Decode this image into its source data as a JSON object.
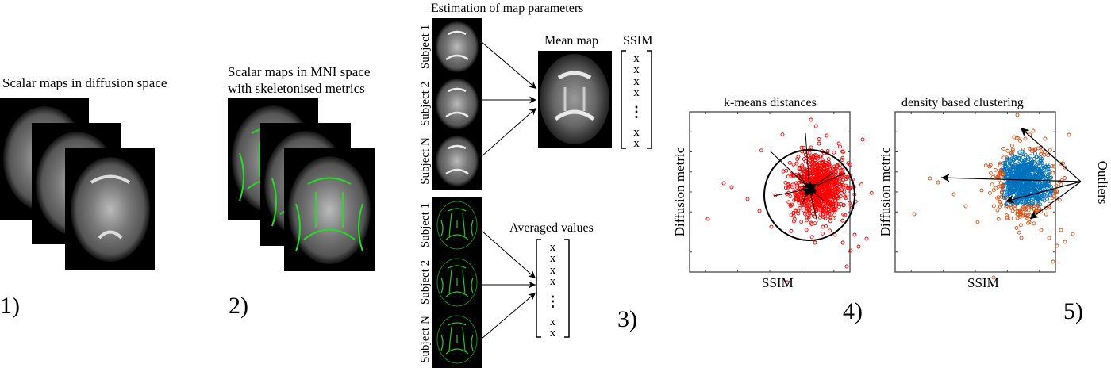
{
  "panel1": {
    "title": "Scalar maps in diffusion space",
    "label": "1)"
  },
  "panel2": {
    "title_line1": "Scalar maps in MNI space",
    "title_line2": "with skeletonised metrics",
    "label": "2)"
  },
  "panel3": {
    "title": "Estimation of map parameters",
    "subjects": [
      "Subject 1",
      "Subject 2",
      "Subject N"
    ],
    "mean_map": "Mean map",
    "ssim": "SSIM",
    "averaged_values": "Averaged values",
    "vector_entry": "x",
    "ellipsis": "⋮",
    "label": "3)"
  },
  "panel4": {
    "title": "k-means distances",
    "xlabel": "SSIM",
    "ylabel": "Diffusion metric",
    "label": "4)",
    "point_color": "#ff0000"
  },
  "panel5": {
    "title": "density based clustering",
    "xlabel": "SSIM",
    "ylabel": "Diffusion metric",
    "annotation": "Outliers",
    "label": "5)",
    "inlier_color": "#0072bd",
    "outlier_color": "#d95319"
  }
}
